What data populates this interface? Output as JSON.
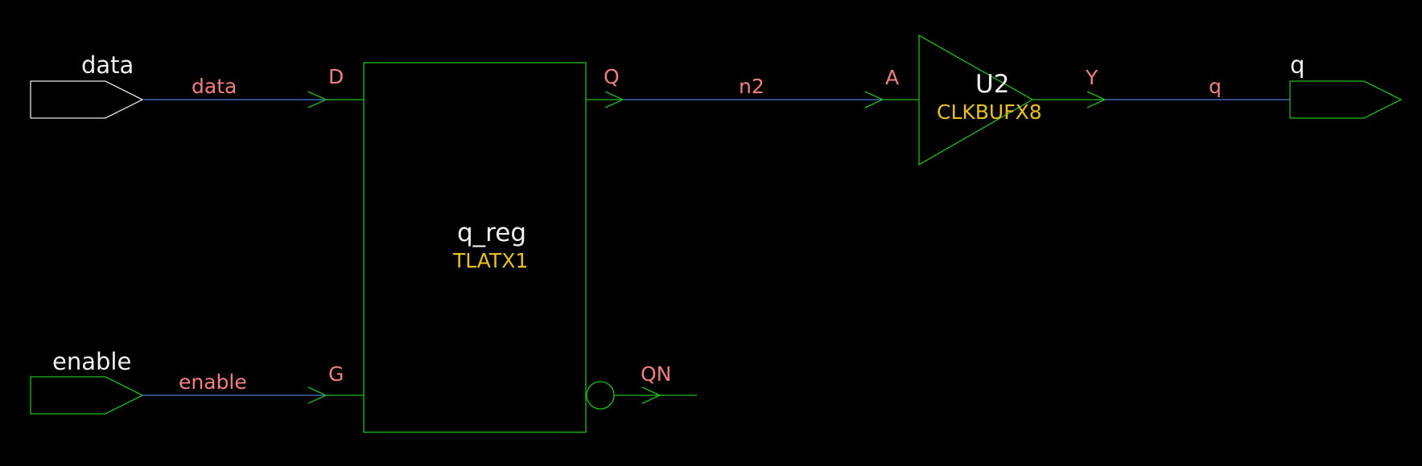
{
  "ports": {
    "data": {
      "name": "data"
    },
    "enable": {
      "name": "enable"
    },
    "q": {
      "name": "q"
    }
  },
  "nets": {
    "data": "data",
    "enable": "enable",
    "n2": "n2",
    "q": "q"
  },
  "instances": {
    "q_reg": {
      "name": "q_reg",
      "cell": "TLATX1",
      "pins": {
        "d": "D",
        "g": "G",
        "q": "Q",
        "qn": "QN"
      }
    },
    "U2": {
      "name": "U2",
      "cell": "CLKBUFX8",
      "pins": {
        "a": "A",
        "y": "Y"
      }
    }
  },
  "colors": {
    "background": "#000000",
    "component_stroke": "#1fbf1f",
    "net_wire": "#4a78d0",
    "pin_and_net_labels": "#f08080",
    "cell_type_label": "#e8c020",
    "instance_name": "#f0f0f0"
  }
}
